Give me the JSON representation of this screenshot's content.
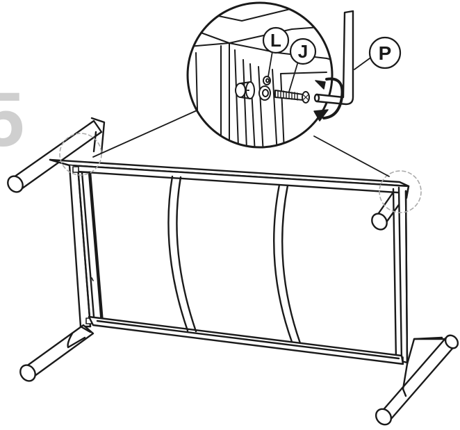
{
  "step": {
    "number": "5"
  },
  "callouts": {
    "washer": "L",
    "bolt": "J",
    "hex_key": "P"
  },
  "colors": {
    "line": "#1a1a1a",
    "fill": "#ffffff",
    "shadow_gray": "#cfcfcf",
    "hint_circle": "#aaaaaa"
  }
}
